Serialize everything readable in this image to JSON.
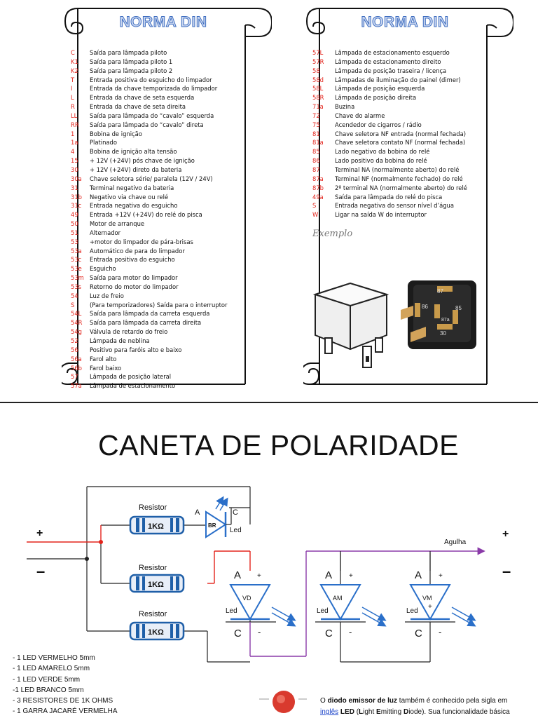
{
  "left_panel": {
    "title": "NORMA DIN",
    "items": [
      {
        "code": "C",
        "desc": "Saída para lâmpada piloto"
      },
      {
        "code": "K1",
        "desc": "Saída para  lâmpada piloto 1"
      },
      {
        "code": "K2",
        "desc": "Saída para lâmpada piloto 2"
      },
      {
        "code": "T",
        "desc": "Entrada positiva do esguicho do limpador"
      },
      {
        "code": "I",
        "desc": "Entrada da chave temporizada do limpador"
      },
      {
        "code": "L",
        "desc": "Entrada da chave de seta esquerda"
      },
      {
        "code": "R",
        "desc": "Entrada da chave de seta direita"
      },
      {
        "code": "LL",
        "desc": "Saída para lâmpada do “cavalo” esquerda"
      },
      {
        "code": "RR",
        "desc": "Saída para lâmpada do “cavalo” direta"
      },
      {
        "code": "1",
        "desc": "Bobina de ignição"
      },
      {
        "code": "1a",
        "desc": "Platinado"
      },
      {
        "code": "4",
        "desc": "Bobina de ignição alta tensão"
      },
      {
        "code": "15",
        "desc": "+ 12V (+24V) pós chave de ignição"
      },
      {
        "code": "30",
        "desc": "+ 12V (+24V) direto da bateria"
      },
      {
        "code": "30a",
        "desc": "Chave seletora série/ paralela (12V / 24V)"
      },
      {
        "code": "31",
        "desc": "Terminal negativo da bateria"
      },
      {
        "code": "31b",
        "desc": "Negativo via chave ou relé"
      },
      {
        "code": "31c",
        "desc": "Entrada negativa do esguicho"
      },
      {
        "code": "49",
        "desc": "Entrada +12V (+24V) do relé do pisca"
      },
      {
        "code": "50",
        "desc": "Motor de arranque"
      },
      {
        "code": "51",
        "desc": "Alternador"
      },
      {
        "code": "53",
        "desc": "+motor do limpador de pára-brisas"
      },
      {
        "code": "53a",
        "desc": "Automático de para do limpador"
      },
      {
        "code": "53c",
        "desc": "Entrada positiva do esguicho"
      },
      {
        "code": "53e",
        "desc": "Esguicho"
      },
      {
        "code": "53m",
        "desc": "Saída para motor do limpador"
      },
      {
        "code": "53s",
        "desc": "Retorno do motor do limpador"
      },
      {
        "code": "54",
        "desc": "Luz de freio"
      },
      {
        "code": "S",
        "desc": "(Para temporizadores) Saída para o interruptor"
      },
      {
        "code": "54L",
        "desc": "Saída para lâmpada da carreta esquerda"
      },
      {
        "code": "54R",
        "desc": "Saída para lâmpada da carreta direita"
      },
      {
        "code": "54g",
        "desc": "Válvula de retardo do freio"
      },
      {
        "code": "52",
        "desc": "Lâmpada de neblina"
      },
      {
        "code": "56",
        "desc": "Positivo para faróis alto e baixo"
      },
      {
        "code": "56a",
        "desc": "Farol alto"
      },
      {
        "code": "56b",
        "desc": "Farol baixo"
      },
      {
        "code": "57",
        "desc": "Lâmpada de posição lateral"
      },
      {
        "code": "57a",
        "desc": "Lâmpada de estacionamento"
      }
    ]
  },
  "right_panel": {
    "title": "NORMA DIN",
    "items": [
      {
        "code": "57L",
        "desc": "Lâmpada de estacionamento esquerdo"
      },
      {
        "code": "57R",
        "desc": "Lâmpada de estacionamento direito"
      },
      {
        "code": "58",
        "desc": "Lâmpada de posição traseira / licença"
      },
      {
        "code": "58d",
        "desc": "Lâmpadas de iluminação do painel (dimer)"
      },
      {
        "code": "58L",
        "desc": "Lâmpada de posição esquerda"
      },
      {
        "code": "58R",
        "desc": "Lâmpada de posição direita"
      },
      {
        "code": "71a",
        "desc": "Buzina"
      },
      {
        "code": "72",
        "desc": "Chave do alarme"
      },
      {
        "code": "75",
        "desc": "Acendedor de cigarros / rádio"
      },
      {
        "code": "81",
        "desc": "Chave seletora NF entrada (normal fechada)"
      },
      {
        "code": "81a",
        "desc": "Chave seletora contato NF (normal fechada)"
      },
      {
        "code": "85",
        "desc": "Lado negativo da bobina do relé"
      },
      {
        "code": "86",
        "desc": "Lado positivo da bobina do relé"
      },
      {
        "code": "87",
        "desc": "Terminal NA (normalmente aberto) do relé"
      },
      {
        "code": "87a",
        "desc": "Terminal NF (normalmente fechado) do relé"
      },
      {
        "code": "87b",
        "desc": "2º terminal NA (normalmente aberto) do relé"
      },
      {
        "code": "49a",
        "desc": "Saída para lâmpada do relé do pisca"
      },
      {
        "code": "S",
        "desc": "Entrada negativa do sensor nível d’água"
      },
      {
        "code": "W",
        "desc": "Ligar na saída W do interruptor"
      }
    ],
    "example_label": "Exemplo",
    "relay_pins": [
      "87",
      "86",
      "85",
      "87a",
      "30"
    ]
  },
  "circuit": {
    "title": "CANETA DE POLARIDADE",
    "plus": "+",
    "minus": "–",
    "resistor_label": "Resistor",
    "resistor_value": "1KΩ",
    "br_led": {
      "anode": "A",
      "cathode": "C",
      "name": "BR",
      "label": "Led"
    },
    "needle_label": "Agulha",
    "leds": [
      {
        "name": "VD",
        "anode": "A",
        "cathode": "C",
        "label": "Led",
        "plus": "+",
        "minus": "-"
      },
      {
        "name": "AM",
        "anode": "A",
        "cathode": "C",
        "label": "Led",
        "plus": "+",
        "minus": "-"
      },
      {
        "name": "VM",
        "anode": "A",
        "cathode": "C",
        "label": "Led",
        "plus": "+",
        "minus": "-",
        "inner": "+"
      }
    ],
    "parts_list": [
      "- 1 LED VERMELHO  5mm",
      "- 1 LED AMARELO  5mm",
      "- 1 LED VERDE  5mm",
      "-1 LED BRANCO  5mm",
      "- 3 RESISTORES DE 1K OHMS",
      "- 1 GARRA JACARÉ VERMELHA"
    ],
    "led_text": {
      "p1_a": "O ",
      "p1_b": "diodo emissor de luz",
      "p1_c": " também é conhecido pela sigla em",
      "p2_link": "inglês",
      "p2_b": " LED",
      "p2_c": " (",
      "p2_d": "L",
      "p2_e": "ight ",
      "p2_f": "E",
      "p2_g": "mitting ",
      "p2_h": "D",
      "p2_i": "iode). Sua funcionalidade básica"
    }
  },
  "colors": {
    "code_red": "#e3231b",
    "title_fill": "#c9d6f0",
    "title_stroke": "#3f6ec0",
    "wire_red": "#e3231b",
    "wire_purple": "#8a3aa8",
    "led_blue": "#2a6fc9"
  }
}
